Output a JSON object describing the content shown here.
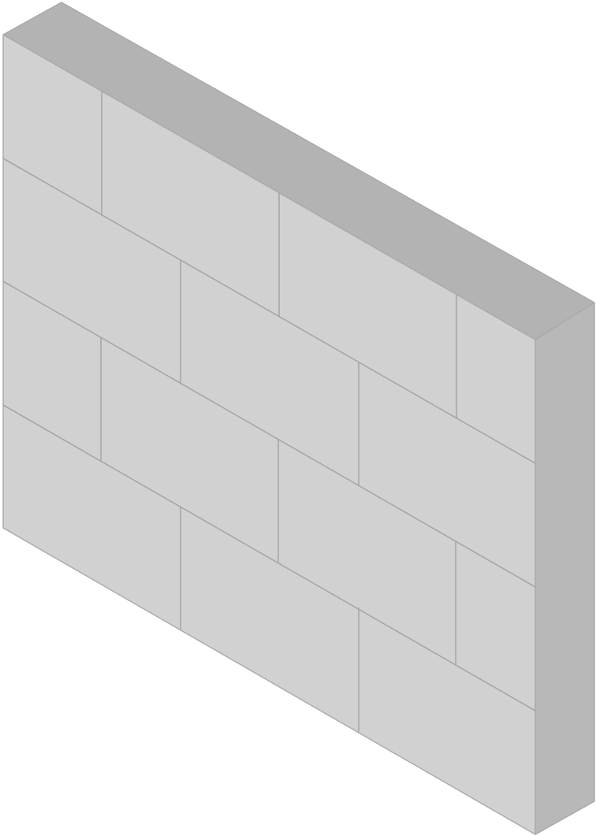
{
  "figure": {
    "subject": "isometric-brick-wall",
    "colors": {
      "front_face": "#d1d1d1",
      "top_face": "#b3b3b3",
      "side_face": "#b8b8b8",
      "seam": "#a7a7a7",
      "edge": "#a9a9a9"
    },
    "brick_rows": 4,
    "brick_columns_per_row": 3
  }
}
